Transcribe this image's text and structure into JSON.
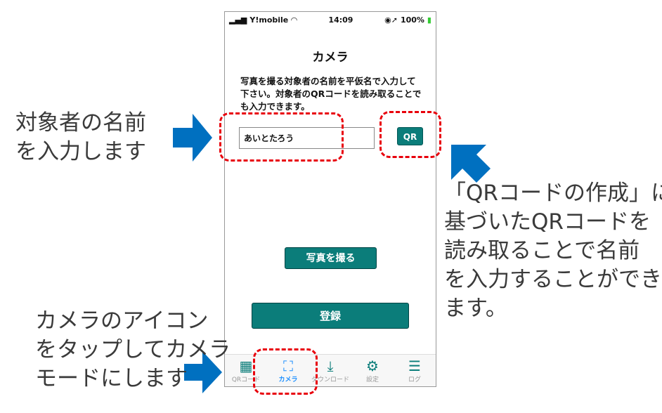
{
  "status_bar": {
    "carrier": "Y!mobile",
    "time": "14:09",
    "battery": "100%"
  },
  "screen": {
    "title": "カメラ",
    "description": "写真を撮る対象者の名前を平仮名で入力して下さい。対象者のQRコードを読み取ることでも入力できます。",
    "name_input_value": "あいとたろう",
    "qr_button": "QR",
    "photo_button": "写真を撮る",
    "register_button": "登録"
  },
  "tabbar": {
    "items": [
      {
        "label": "QRコード",
        "icon": "qr-code-icon"
      },
      {
        "label": "カメラ",
        "icon": "person-scan-icon",
        "active": true
      },
      {
        "label": "ダウンロード",
        "icon": "download-icon"
      },
      {
        "label": "設定",
        "icon": "gear-icon"
      },
      {
        "label": "ログ",
        "icon": "list-icon"
      }
    ]
  },
  "annotations": {
    "name": [
      "対象者の名前",
      "を入力します"
    ],
    "qr": [
      "「QRコードの作成」に",
      "基づいたQRコードを",
      "読み取ることで名前",
      "を入力することができ",
      "ます。"
    ],
    "camera": [
      "カメラのアイコン",
      "をタップしてカメラ",
      "モードにします"
    ]
  },
  "colors": {
    "accent": "#0b7d7a",
    "active_tab": "#1e90ff",
    "highlight": "#e8000b",
    "arrow": "#0070c0"
  }
}
